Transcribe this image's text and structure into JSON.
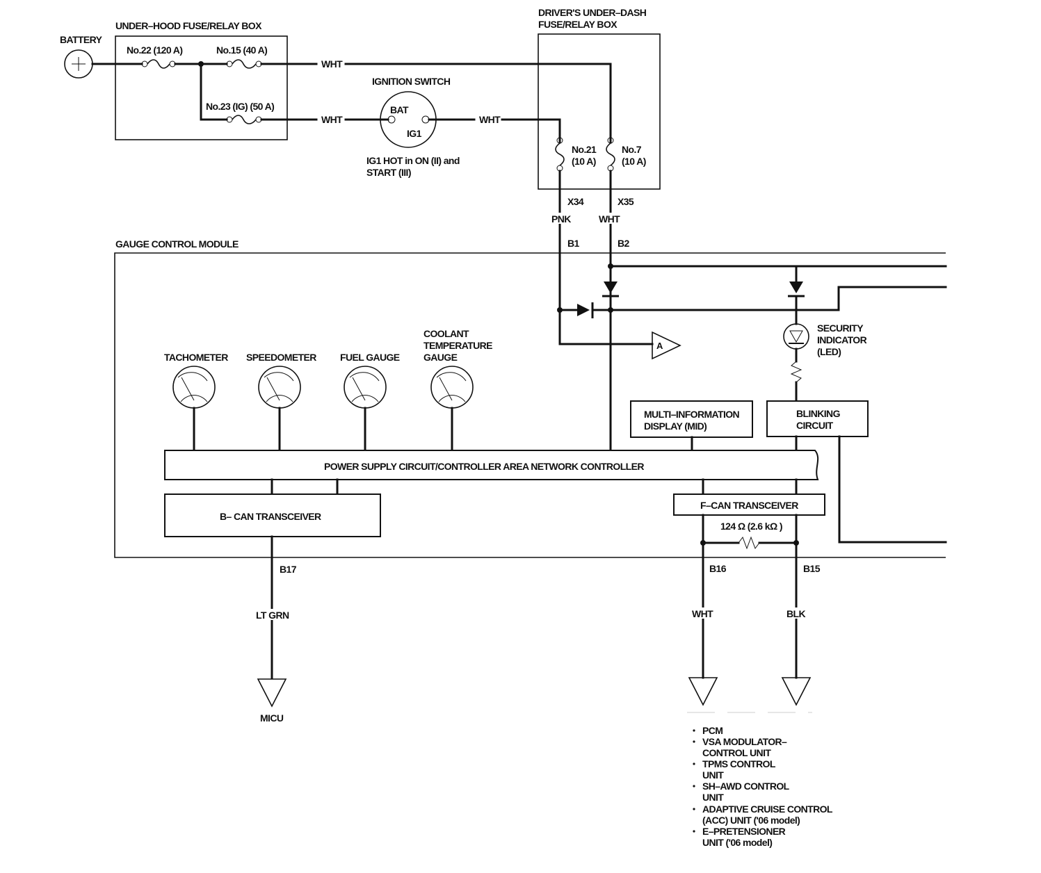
{
  "battery": {
    "label": "BATTERY"
  },
  "under_hood_box": {
    "title": "UNDER–HOOD FUSE/RELAY BOX",
    "fuses": [
      {
        "label": "No.22 (120 A)"
      },
      {
        "label": "No.15 (40 A)"
      },
      {
        "label": "No.23 (IG) (50 A)"
      }
    ]
  },
  "ignition_switch": {
    "title": "IGNITION SWITCH",
    "terminal_bat": "BAT",
    "terminal_ig1": "IG1",
    "note_line1": "IG1 HOT in ON (II) and",
    "note_line2": "START (III)"
  },
  "under_dash_box": {
    "title_line1": "DRIVER'S UNDER–DASH",
    "title_line2": "FUSE/RELAY BOX",
    "fuses": [
      {
        "line1": "No.21",
        "line2": "(10 A)"
      },
      {
        "line1": "No.7",
        "line2": "(10 A)"
      }
    ]
  },
  "wires": {
    "wht_top": "WHT",
    "wht_ig_in": "WHT",
    "wht_ig_out": "WHT",
    "x34": "X34",
    "x35": "X35",
    "pnk": "PNK",
    "wht_b2": "WHT",
    "b1": "B1",
    "b2": "B2",
    "b17": "B17",
    "ltgrn": "LT GRN",
    "b16": "B16",
    "b15": "B15",
    "wht_b16": "WHT",
    "blk_b15": "BLK"
  },
  "gauge_module": {
    "title": "GAUGE CONTROL MODULE",
    "connector_a": "A",
    "gauges": [
      {
        "label_lines": [
          "TACHOMETER"
        ]
      },
      {
        "label_lines": [
          "SPEEDOMETER"
        ]
      },
      {
        "label_lines": [
          "FUEL GAUGE"
        ]
      },
      {
        "label_lines": [
          "COOLANT",
          "TEMPERATURE",
          "GAUGE"
        ]
      }
    ],
    "security_indicator": {
      "line1": "SECURITY",
      "line2": "INDICATOR",
      "line3": "(LED)"
    },
    "mid": {
      "line1": "MULTI–INFORMATION",
      "line2": "DISPLAY (MID)"
    },
    "blinking": {
      "line1": "BLINKING",
      "line2": "CIRCUIT"
    },
    "power_supply": "POWER SUPPLY CIRCUIT/CONTROLLER AREA NETWORK CONTROLLER",
    "bcan": "B– CAN TRANSCEIVER",
    "fcan": "F–CAN TRANSCEIVER",
    "resistor": "124 Ω (2.6 kΩ )"
  },
  "destinations": {
    "micu": "MICU",
    "fcan_units": [
      {
        "lines": [
          "PCM"
        ]
      },
      {
        "lines": [
          "VSA MODULATOR–",
          "CONTROL UNIT"
        ]
      },
      {
        "lines": [
          "TPMS CONTROL",
          "UNIT"
        ]
      },
      {
        "lines": [
          "SH–AWD CONTROL",
          "UNIT"
        ]
      },
      {
        "lines": [
          "ADAPTIVE CRUISE CONTROL",
          "(ACC) UNIT ('06 model)"
        ]
      },
      {
        "lines": [
          "E–PRETENSIONER",
          "UNIT ('06 model)"
        ]
      }
    ]
  }
}
